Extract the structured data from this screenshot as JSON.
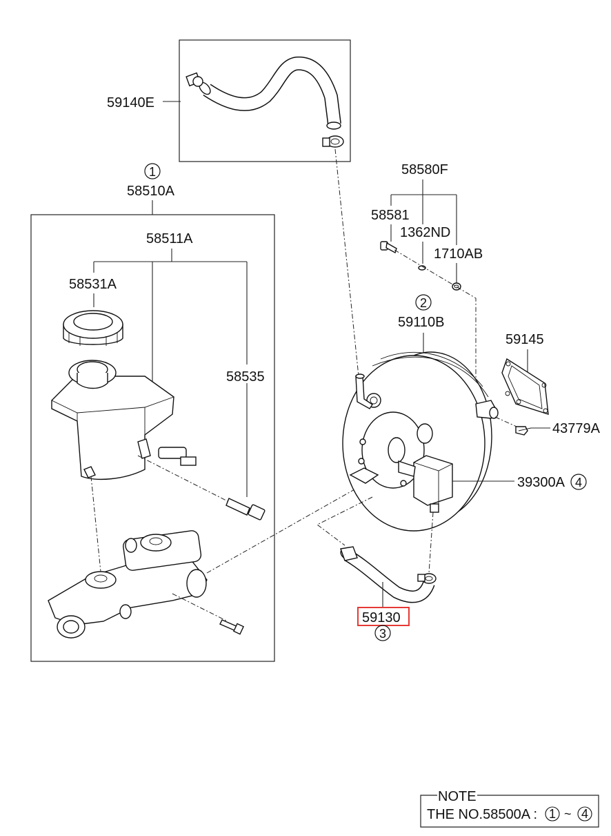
{
  "diagram": {
    "labels": {
      "hose_upper": "59140E",
      "reservoir_assembly": "58510A",
      "reservoir_assembly_num": "1",
      "reservoir": "58511A",
      "cap": "58531A",
      "pin": "58535",
      "bolt_kit": "58580F",
      "nut_a": "58581",
      "nut_b": "1362ND",
      "washer": "1710AB",
      "booster_num": "2",
      "booster": "59110B",
      "gasket": "59145",
      "clevis_pin": "43779A",
      "valve": "39300A",
      "valve_num": "4",
      "hose_lower": "59130",
      "hose_lower_num": "3"
    },
    "highlight_color": "#e53935"
  },
  "note": {
    "title": "NOTE",
    "text": "THE NO.58500A :",
    "range_start": "1",
    "range_sep": "~",
    "range_end": "4"
  }
}
